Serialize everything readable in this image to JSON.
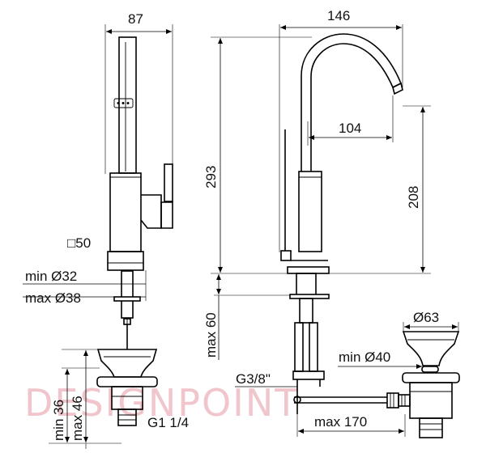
{
  "watermark": "DESIGNPOINT",
  "dimensions": {
    "width_87": "87",
    "width_146": "146",
    "reach_104": "104",
    "height_293": "293",
    "height_208": "208",
    "base_square_50": "□50",
    "hole_min": "min Ø32",
    "hole_max": "max Ø38",
    "deck_max_60": "max 60",
    "inlet_thread": "G3/8\"",
    "waste_dia_63": "Ø63",
    "waste_min_40": "min Ø40",
    "waste_max_170": "max 170",
    "waste_min_36": "min 36",
    "waste_max_46": "max 46",
    "waste_thread": "G1 1/4"
  }
}
